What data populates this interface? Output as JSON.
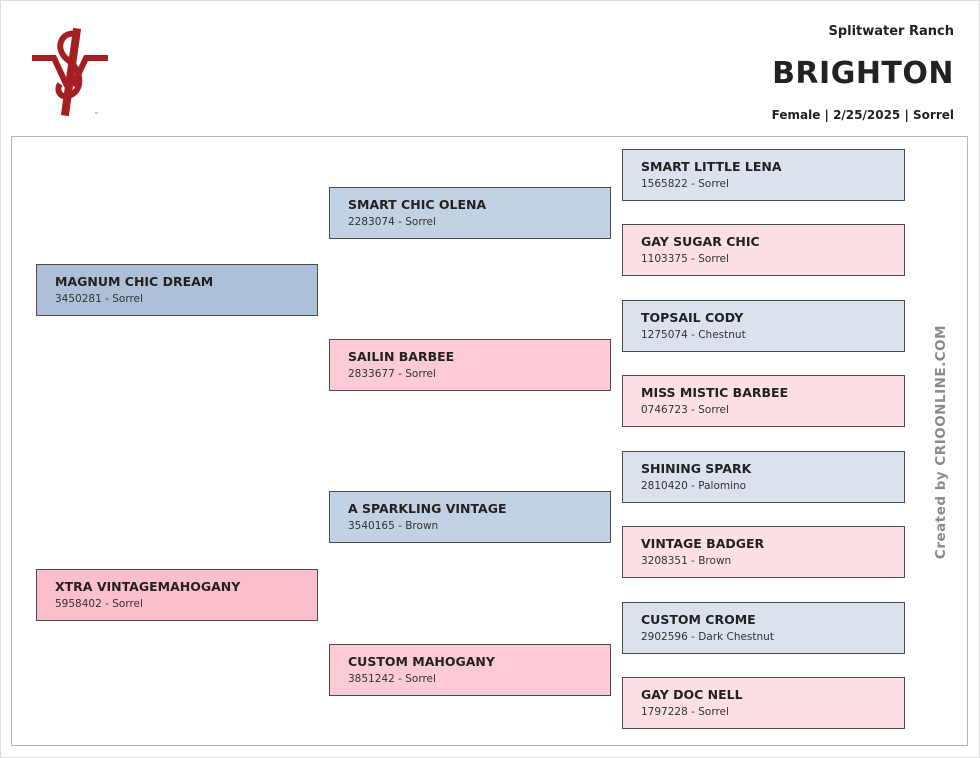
{
  "header": {
    "ranch_name": "Splitwater Ranch",
    "horse_name": "BRIGHTON",
    "details": "Female | 2/25/2025 | Sorrel",
    "logo_color": "#a51e22"
  },
  "pedigree": {
    "sire": {
      "name": "MAGNUM CHIC DREAM",
      "info": "3450281 - Sorrel"
    },
    "dam": {
      "name": "XTRA VINTAGEMAHOGANY",
      "info": "5958402 - Sorrel"
    },
    "sire_sire": {
      "name": "SMART CHIC OLENA",
      "info": "2283074 - Sorrel"
    },
    "sire_dam": {
      "name": "SAILIN BARBEE",
      "info": "2833677 - Sorrel"
    },
    "dam_sire": {
      "name": "A SPARKLING VINTAGE",
      "info": "3540165 - Brown"
    },
    "dam_dam": {
      "name": "CUSTOM MAHOGANY",
      "info": "3851242 - Sorrel"
    },
    "sss": {
      "name": "SMART LITTLE LENA",
      "info": "1565822 - Sorrel"
    },
    "ssd": {
      "name": "GAY SUGAR CHIC",
      "info": "1103375 - Sorrel"
    },
    "sds": {
      "name": "TOPSAIL CODY",
      "info": "1275074 - Chestnut"
    },
    "sdd": {
      "name": "MISS MISTIC BARBEE",
      "info": "0746723 - Sorrel"
    },
    "dss": {
      "name": "SHINING SPARK",
      "info": "2810420 - Palomino"
    },
    "dsd": {
      "name": "VINTAGE BADGER",
      "info": "3208351 - Brown"
    },
    "dds": {
      "name": "CUSTOM CROME",
      "info": "2902596 - Dark Chestnut"
    },
    "ddd": {
      "name": "GAY DOC NELL",
      "info": "1797228 - Sorrel"
    }
  },
  "footer": {
    "credit": "Created by CRIOONLINE.COM"
  },
  "colors": {
    "sire_box": "#aec0d7",
    "dam_box": "#fbbfcb"
  }
}
